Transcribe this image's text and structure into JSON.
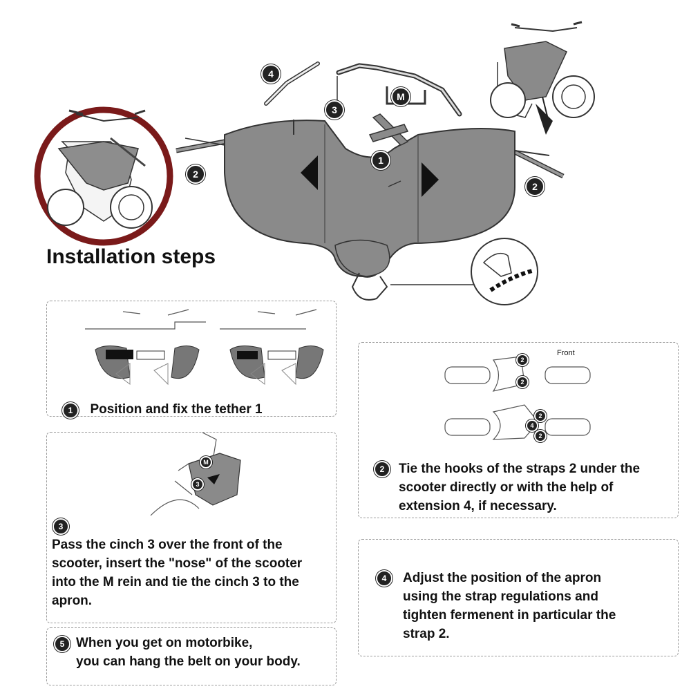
{
  "title": "Installation steps",
  "badges": {
    "one": "1",
    "two": "2",
    "three": "3",
    "four": "4",
    "five": "5",
    "m": "M"
  },
  "steps": {
    "step1": {
      "number": "1",
      "text": "Position and fix the tether 1"
    },
    "step2": {
      "number": "2",
      "lines": [
        "Tie the hooks of the straps 2 under the",
        "scooter directly or with the help of",
        "extension 4, if necessary."
      ]
    },
    "step3": {
      "number": "3",
      "lines": [
        "Pass the cinch 3 over the front of the",
        "scooter, insert the \"nose\" of the scooter",
        "into the M rein and tie the cinch 3 to the",
        "apron."
      ]
    },
    "step4": {
      "number": "4",
      "lines": [
        "Adjust the position of the apron",
        "using the strap regulations and",
        "tighten fermenent in particular the",
        "strap 2."
      ]
    },
    "step5": {
      "number": "5",
      "lines": [
        "When you get on motorbike,",
        "you can hang the belt on your body."
      ]
    }
  },
  "diagram_labels": {
    "front": "Front"
  },
  "colors": {
    "apron": "#8a8a8a",
    "apron_dark": "#6f6f6f",
    "outline": "#333333",
    "accent_red": "#7a1a1a"
  }
}
